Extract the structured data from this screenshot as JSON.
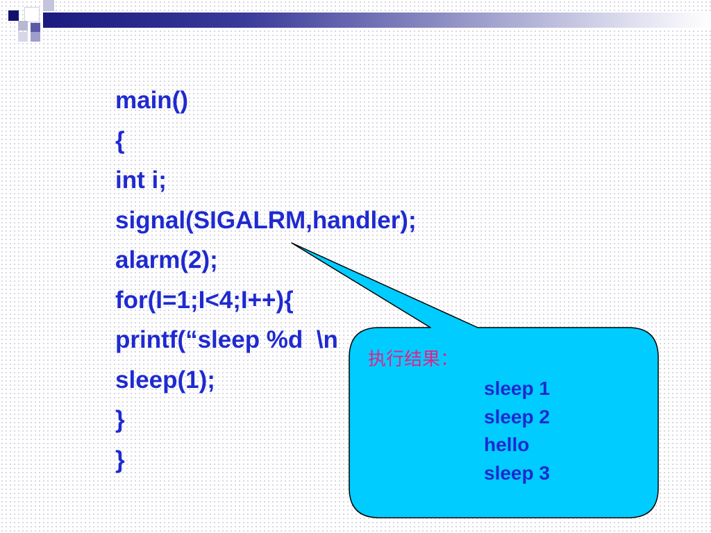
{
  "slide": {
    "code_lines": [
      "main()",
      "{",
      "int i;",
      "signal(SIGALRM,handler);",
      "alarm(2);",
      "for(I=1;I<4;I++){",
      "printf(“sleep %d  \\n",
      "sleep(1);",
      "}",
      "}"
    ],
    "callout": {
      "title": "执行结果：",
      "results": [
        "sleep 1",
        "sleep 2",
        "hello",
        "sleep 3"
      ]
    }
  },
  "colors": {
    "code": "#1f2acf",
    "callout_fill": "#00ccff",
    "callout_title": "#e0228a",
    "header_dark": "#1a1a80"
  }
}
